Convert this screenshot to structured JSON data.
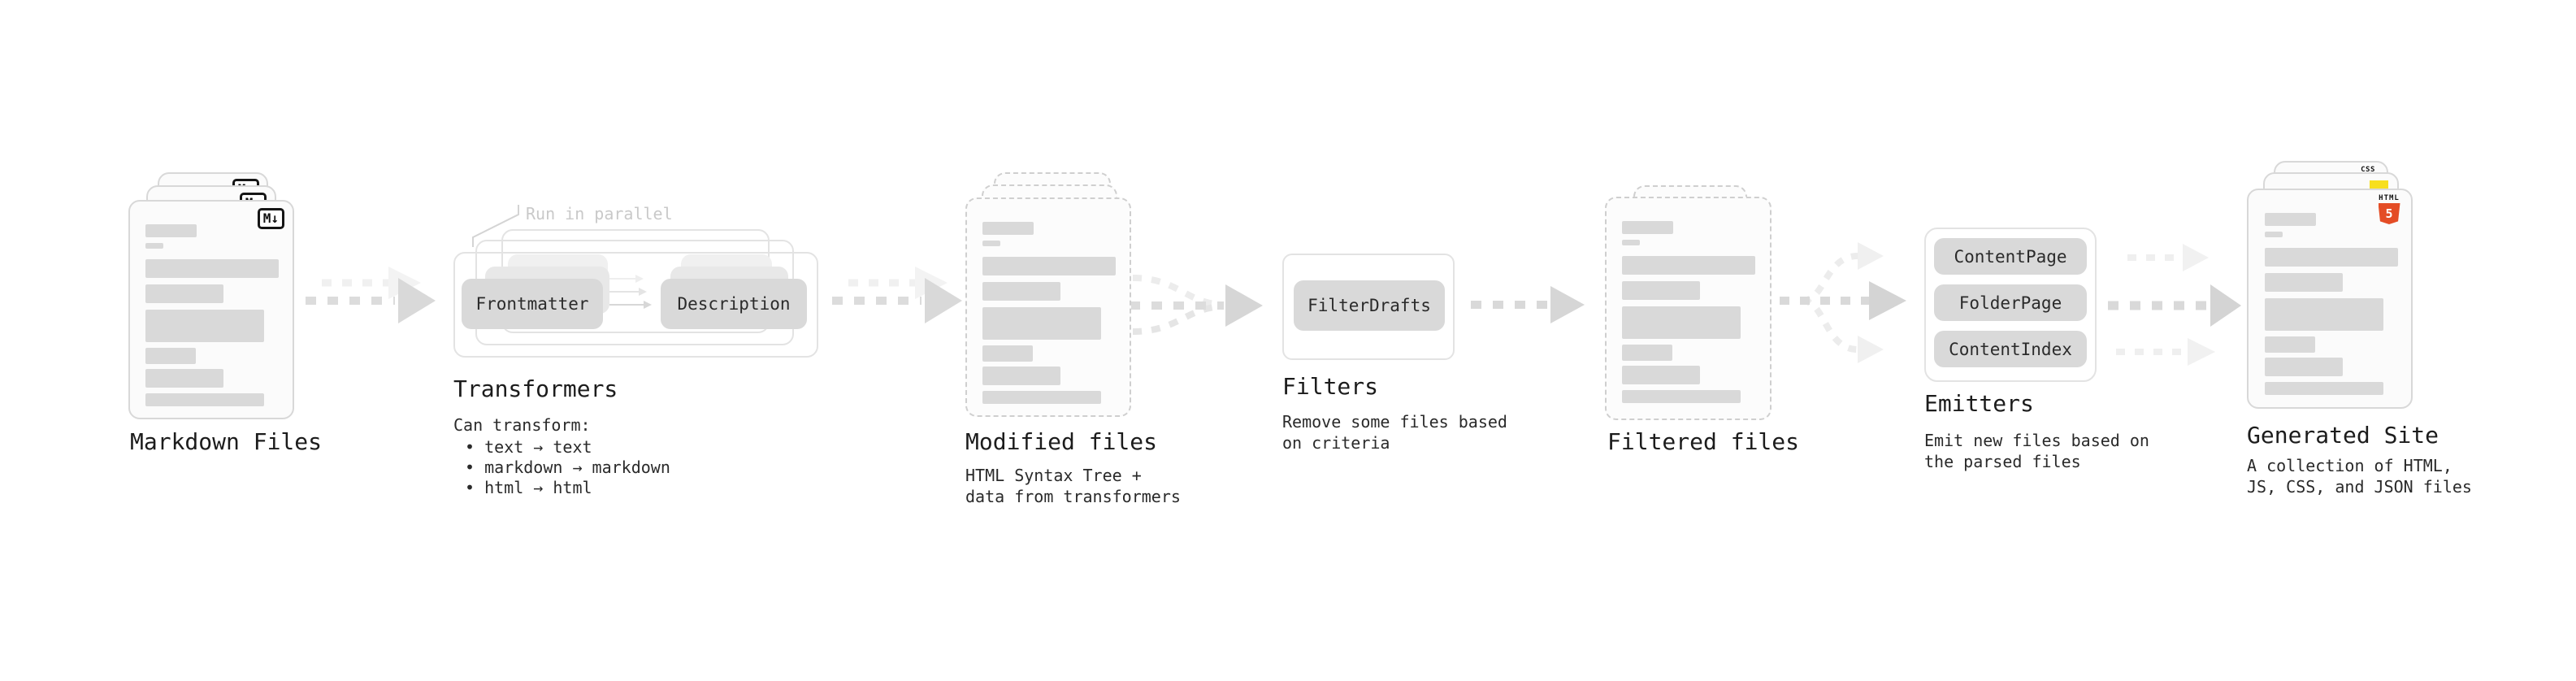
{
  "colors": {
    "title_text": "#1c1c1c",
    "body_text": "#2a2a2a",
    "muted_annotation": "#c9c9c9",
    "pill_fill": "#d9d9d9",
    "bar_fill": "#d9d9d9",
    "solid_outline": "#d8d8d8",
    "dashed_outline": "#cfcfcf",
    "arrow_dark": "#d9d9d9",
    "arrow_light": "#efefef",
    "markdown_badge_border": "#151515",
    "css_blue": "#2563eb",
    "js_yellow": "#f7df1e",
    "html5_orange": "#e44d26"
  },
  "stages": {
    "markdown_files": {
      "title": "Markdown Files",
      "badge": "M↓"
    },
    "transformers": {
      "annotation": "Run in parallel",
      "pills": [
        "Frontmatter",
        "Description"
      ],
      "title": "Transformers",
      "subtitle": "Can transform:",
      "bullets": [
        "• text → text",
        "• markdown → markdown",
        "• html → html"
      ]
    },
    "modified_files": {
      "title": "Modified files",
      "subtitle": "HTML Syntax Tree +\ndata from transformers"
    },
    "filters": {
      "pill": "FilterDrafts",
      "title": "Filters",
      "subtitle": "Remove some files based\non criteria"
    },
    "filtered_files": {
      "title": "Filtered files"
    },
    "emitters": {
      "pills": [
        "ContentPage",
        "FolderPage",
        "ContentIndex"
      ],
      "title": "Emitters",
      "subtitle": "Emit new files based on\nthe parsed files"
    },
    "generated_site": {
      "title": "Generated Site",
      "subtitle": "A collection of HTML,\nJS, CSS, and JSON files",
      "css_badge": "CSS",
      "html_badge_word": "HTML",
      "html_badge_number": "5"
    }
  }
}
